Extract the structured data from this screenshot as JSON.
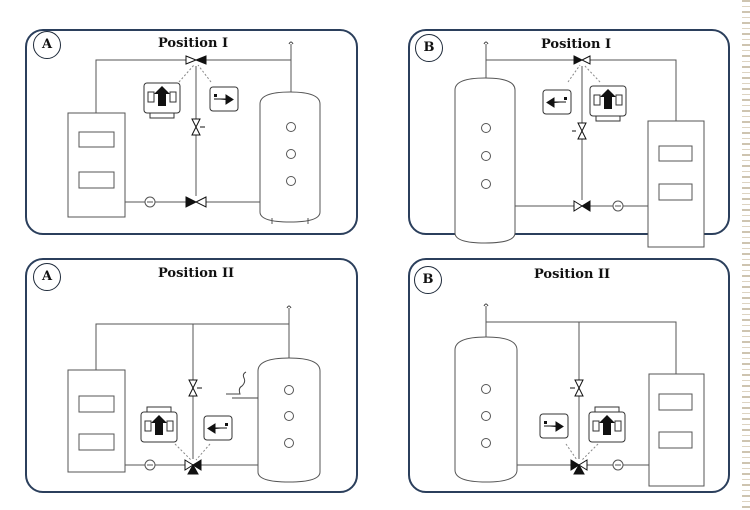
{
  "panels": [
    {
      "id": "A-I",
      "badge": "A",
      "title": "Position I"
    },
    {
      "id": "B-I",
      "badge": "B",
      "title": "Position I"
    },
    {
      "id": "A-II",
      "badge": "A",
      "title": "Position II"
    },
    {
      "id": "B-II",
      "badge": "B",
      "title": "Position II"
    }
  ],
  "colors": {
    "panel_border": "#2b3f5c",
    "line": "#555555",
    "dashed": "#888888",
    "symbol": "#111111"
  }
}
